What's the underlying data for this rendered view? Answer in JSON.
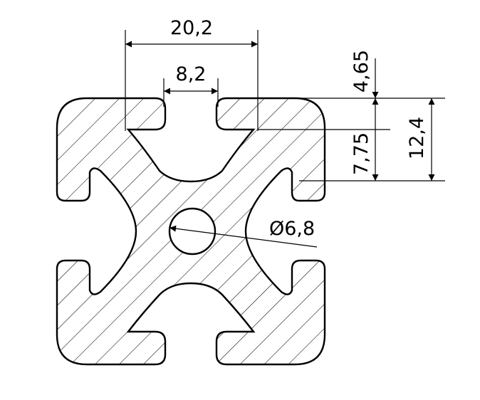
{
  "drawing": {
    "type": "technical-cross-section",
    "hatch": "diagonal-45",
    "colors": {
      "line": "#000000",
      "background": "#ffffff"
    }
  },
  "dimensions": {
    "slot_width": "20,2",
    "slot_opening": "8,2",
    "top_offset": "4,65",
    "slot_depth": "7,75",
    "total_height": "12,4",
    "bore_diameter": "Ø6,8"
  }
}
